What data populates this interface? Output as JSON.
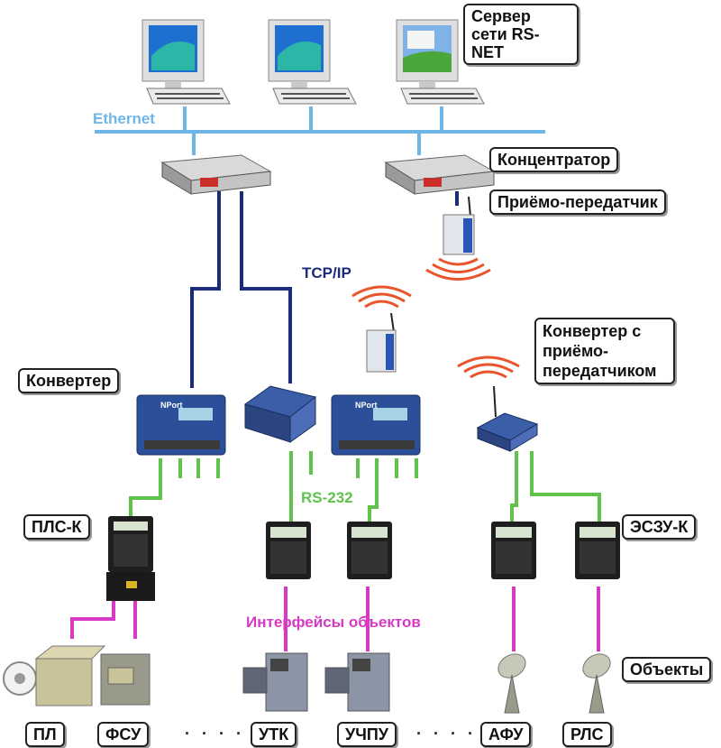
{
  "labels": {
    "server": "Сервер сети RS-NET",
    "ethernet": "Ethernet",
    "hub": "Концентратор",
    "transceiver": "Приёмо-передатчик",
    "tcpip": "TCP/IP",
    "converter": "Конвертер",
    "converter_radio": "Конвертер с приёмо-передатчиком",
    "rs232": "RS-232",
    "pls": "ПЛС-К",
    "eszu": "ЭСЗУ-К",
    "interfaces": "Интерфейсы объектов",
    "objects": "Объекты",
    "ellipsis": "· · · ·"
  },
  "objects": [
    {
      "label": "ПЛ"
    },
    {
      "label": "ФСУ"
    },
    {
      "label": "УТК"
    },
    {
      "label": "УЧПУ"
    },
    {
      "label": "АФУ"
    },
    {
      "label": "РЛС"
    }
  ],
  "colors": {
    "ethernet": "#6fb6e8",
    "tcpip": "#1c2a7a",
    "rs232": "#5ec24b",
    "interface": "#d63ac4",
    "radio": "#e8552a"
  }
}
